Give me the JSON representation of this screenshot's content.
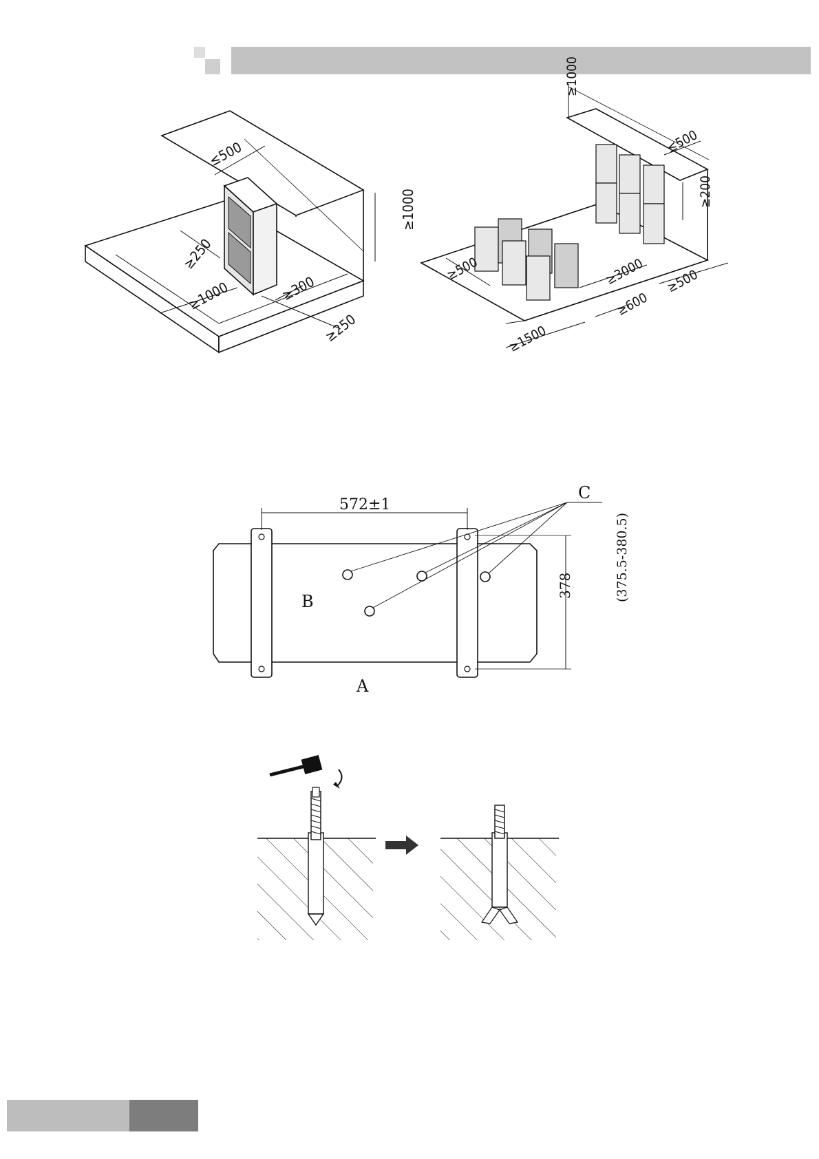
{
  "header": {
    "bar_color": "#c0c0c0",
    "square_light": "#dcdcdc",
    "square_dark": "#8a8a8a"
  },
  "figure_single": {
    "labels": {
      "top_clearance": "≤500",
      "height": "≥1000",
      "left_side": "≥250",
      "front": "≥1000",
      "right_side": "≥300",
      "back": "≥250"
    }
  },
  "figure_multi": {
    "labels": {
      "top_height": "≥1000",
      "top_clearance": "≤500",
      "row_gap": "≥200",
      "left": "≥500",
      "aisle": "≥3000",
      "right": "≥500",
      "gap_600": "≥600",
      "front": "≥1500"
    }
  },
  "figure_base": {
    "width_dim": "572±1",
    "height_dim": "378",
    "height_range": "(375.5-380.5)",
    "label_a": "A",
    "label_b": "B",
    "label_c": "C"
  },
  "figure_bolt": {},
  "footer": {
    "tab_light": "#bdbdbd",
    "tab_dark": "#7d7d7d"
  }
}
